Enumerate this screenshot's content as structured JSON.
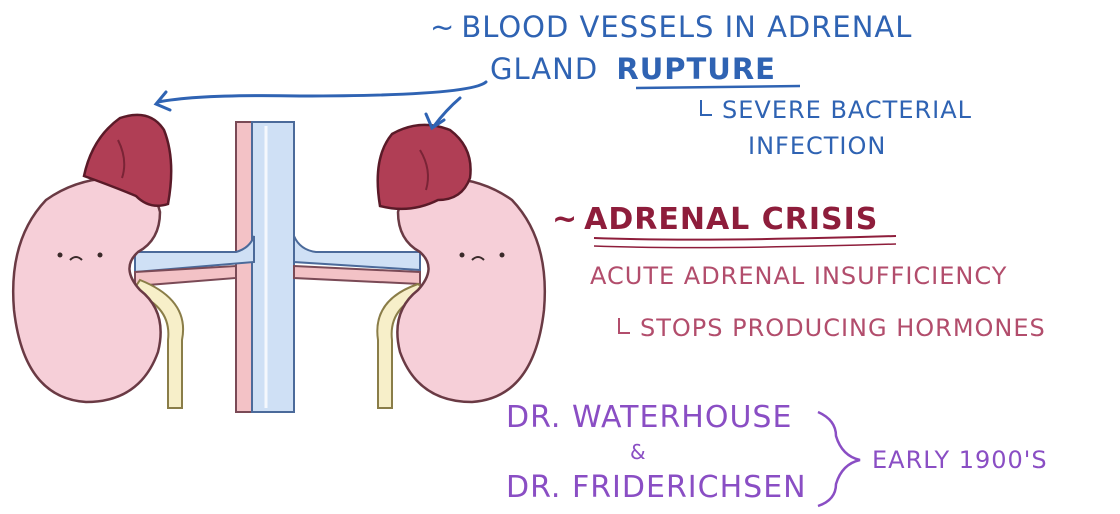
{
  "annotations": {
    "blood_vessels_line1": "Blood vessels in adrenal",
    "gland_text": "gland",
    "rupture_text": "rupture",
    "severe_line1": "Severe bacterial",
    "severe_line2": "infection",
    "adrenal_crisis": "Adrenal crisis",
    "acute_insufficiency": "Acute adrenal insufficiency",
    "stops_producing": "Stops producing hormones",
    "dr_waterhouse": "Dr. Waterhouse",
    "ampersand": "&",
    "dr_friderichsen": "Dr. Friderichsen",
    "early_1900s": "Early 1900's"
  },
  "colors": {
    "blue_ink": "#2f63b3",
    "maroon_ink": "#8e1d3b",
    "pink_ink": "#b24d6c",
    "purple_ink": "#8a4ec4",
    "kidney_fill": "#f6cfd8",
    "adrenal_fill": "#b03e55",
    "vein_fill": "#cfe0f5",
    "artery_fill": "#f3c2c6",
    "ureter_fill": "#f7efc9"
  }
}
